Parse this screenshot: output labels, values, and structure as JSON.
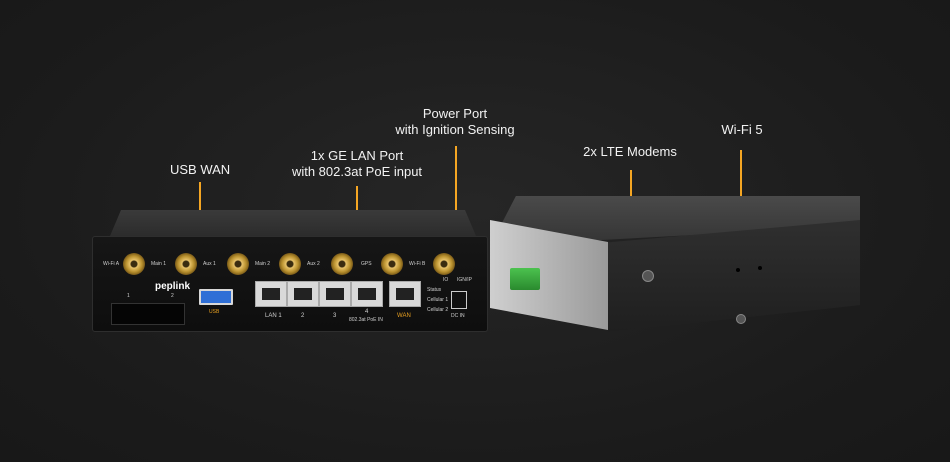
{
  "callouts": {
    "usb_wan": "USB WAN",
    "lan_port_1": "1x GE LAN Port",
    "lan_port_2": "with 802.3at PoE input",
    "power_1": "Power Port",
    "power_2": "with Ignition Sensing",
    "lte": "2x LTE Modems",
    "wifi": "Wi-Fi 5"
  },
  "device_left": {
    "logo": "peplink",
    "antennas": [
      "Wi-Fi A",
      "Main 1",
      "Aux 1",
      "Main 2",
      "Aux 2",
      "GPS",
      "Wi-Fi B"
    ],
    "usb_label": "USB",
    "sim_labels": [
      "1",
      "2"
    ],
    "lan_labels": [
      "LAN 1",
      "2",
      "3",
      "4"
    ],
    "poe_label": "802.3at PoE IN",
    "wan_label": "WAN",
    "status_labels": [
      "Status",
      "Cellular 1",
      "Cellular 2"
    ],
    "io_label": "IO",
    "dc_label": "DC IN",
    "ign_label": "IGN/IP"
  },
  "colors": {
    "accent": "#f5a623",
    "background": "#1c1c1c",
    "usb_port": "#2f6fd6",
    "terminal_block": "#3aa83d"
  }
}
